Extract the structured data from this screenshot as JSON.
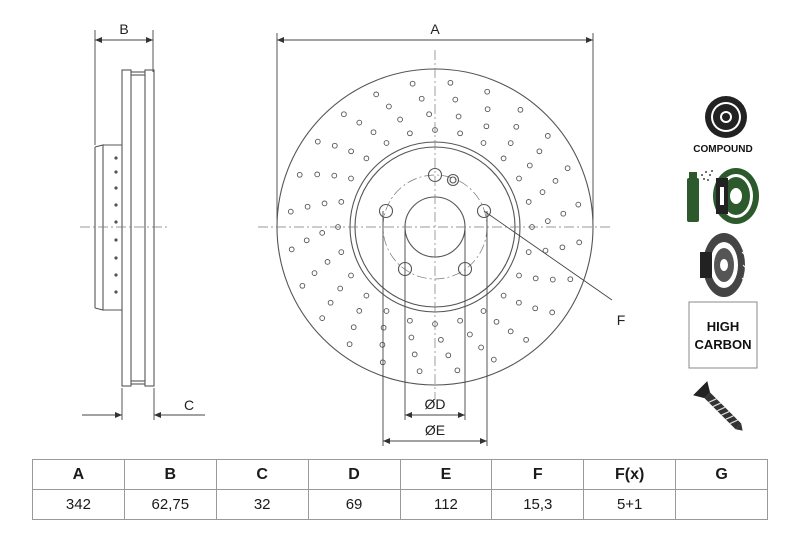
{
  "diagram": {
    "label_a": "A",
    "label_b": "B",
    "label_c": "C",
    "label_f": "F",
    "label_d": "ØD",
    "label_e": "ØE"
  },
  "features": {
    "compound_label": "COMPOUND",
    "high_carbon_line1": "HIGH",
    "high_carbon_line2": "CARBON",
    "icons": [
      "compound-disc-icon",
      "coated-disc-spray-icon",
      "vented-disc-icon",
      "high-carbon-badge",
      "fixing-screw-icon"
    ]
  },
  "specs": {
    "headers": [
      "A",
      "B",
      "C",
      "D",
      "E",
      "F",
      "F(x)",
      "G"
    ],
    "values": [
      "342",
      "62,75",
      "32",
      "69",
      "112",
      "15,3",
      "5+1",
      ""
    ]
  },
  "colors": {
    "line": "#555555",
    "text": "#222222",
    "border": "#9a9a9a"
  }
}
